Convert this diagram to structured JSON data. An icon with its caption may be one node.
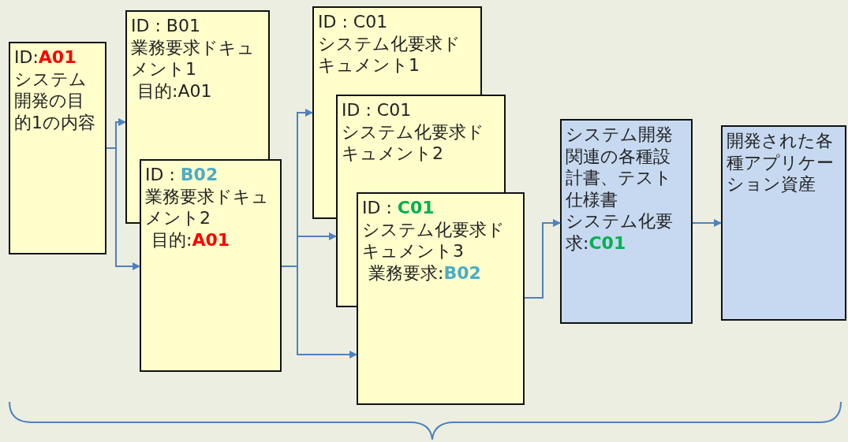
{
  "diagram": {
    "nodes": [
      {
        "text": [
          "ID:**A01**",
          "システム開発の目的1の内容"
        ]
      },
      {
        "text": [
          "ID : B01",
          "業務要求ドキュメント1",
          "目的:A01"
        ]
      },
      {
        "text": [
          "ID : **B02**",
          "業務要求ドキュメント2",
          "目的:**A01**"
        ]
      },
      {
        "text": [
          "ID : C01",
          "システム化要求ドキュメント1"
        ]
      },
      {
        "text": [
          "ID : C01",
          "システム化要求ドキュメント2"
        ]
      },
      {
        "text": [
          "ID : **C01**",
          "システム化要求ドキュメント3",
          "業務要求:**B02**"
        ]
      },
      {
        "text": [
          "システム開発関連の各種設計書、テスト仕様書",
          "システム化要求:**C01**"
        ]
      },
      {
        "text": [
          "開発された各種アプリケーション資産"
        ]
      }
    ],
    "edges": [
      {
        "from": 0,
        "to": 1,
        "arrow": "to"
      },
      {
        "from": 0,
        "to": 2,
        "arrow": "to"
      },
      {
        "from": 2,
        "to": 3,
        "arrow": "to"
      },
      {
        "from": 2,
        "to": 4,
        "arrow": "to"
      },
      {
        "from": 2,
        "to": 5,
        "arrow": "to"
      },
      {
        "from": 5,
        "to": 6,
        "arrow": "to"
      },
      {
        "from": 6,
        "to": 7,
        "arrow": "to"
      }
    ]
  }
}
